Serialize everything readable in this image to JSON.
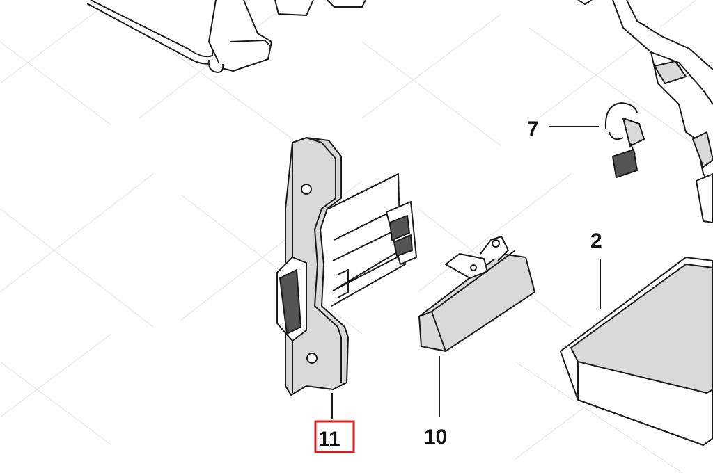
{
  "diagram": {
    "callouts": [
      {
        "id": "part-7",
        "number": "7"
      },
      {
        "id": "part-2",
        "number": "2"
      },
      {
        "id": "part-11",
        "number": "11",
        "highlighted": true
      },
      {
        "id": "part-10",
        "number": "10"
      }
    ]
  },
  "colors": {
    "line": "#1a1a1a",
    "shade": "#d9d9d9",
    "dark": "#555555",
    "highlight": "#d42020",
    "watermark": "#e6e6e6"
  }
}
